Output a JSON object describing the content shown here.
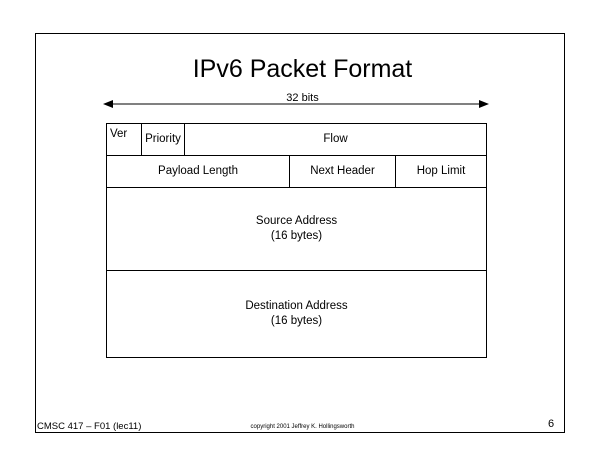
{
  "slide": {
    "title": "IPv6 Packet Format",
    "width_label": "32 bits",
    "header_fields": {
      "ver": "Ver",
      "priority": "Priority",
      "flow": "Flow",
      "payload_length": "Payload Length",
      "next_header": "Next Header",
      "hop_limit": "Hop Limit",
      "source_address": "Source Address",
      "source_size": "(16 bytes)",
      "destination_address": "Destination Address",
      "destination_size": "(16 bytes)"
    },
    "footer": {
      "course": "CMSC 417 – F01  (lec11)",
      "copyright": "copyright 2001  Jeffrey K. Hollingsworth",
      "page_number": "6"
    }
  }
}
